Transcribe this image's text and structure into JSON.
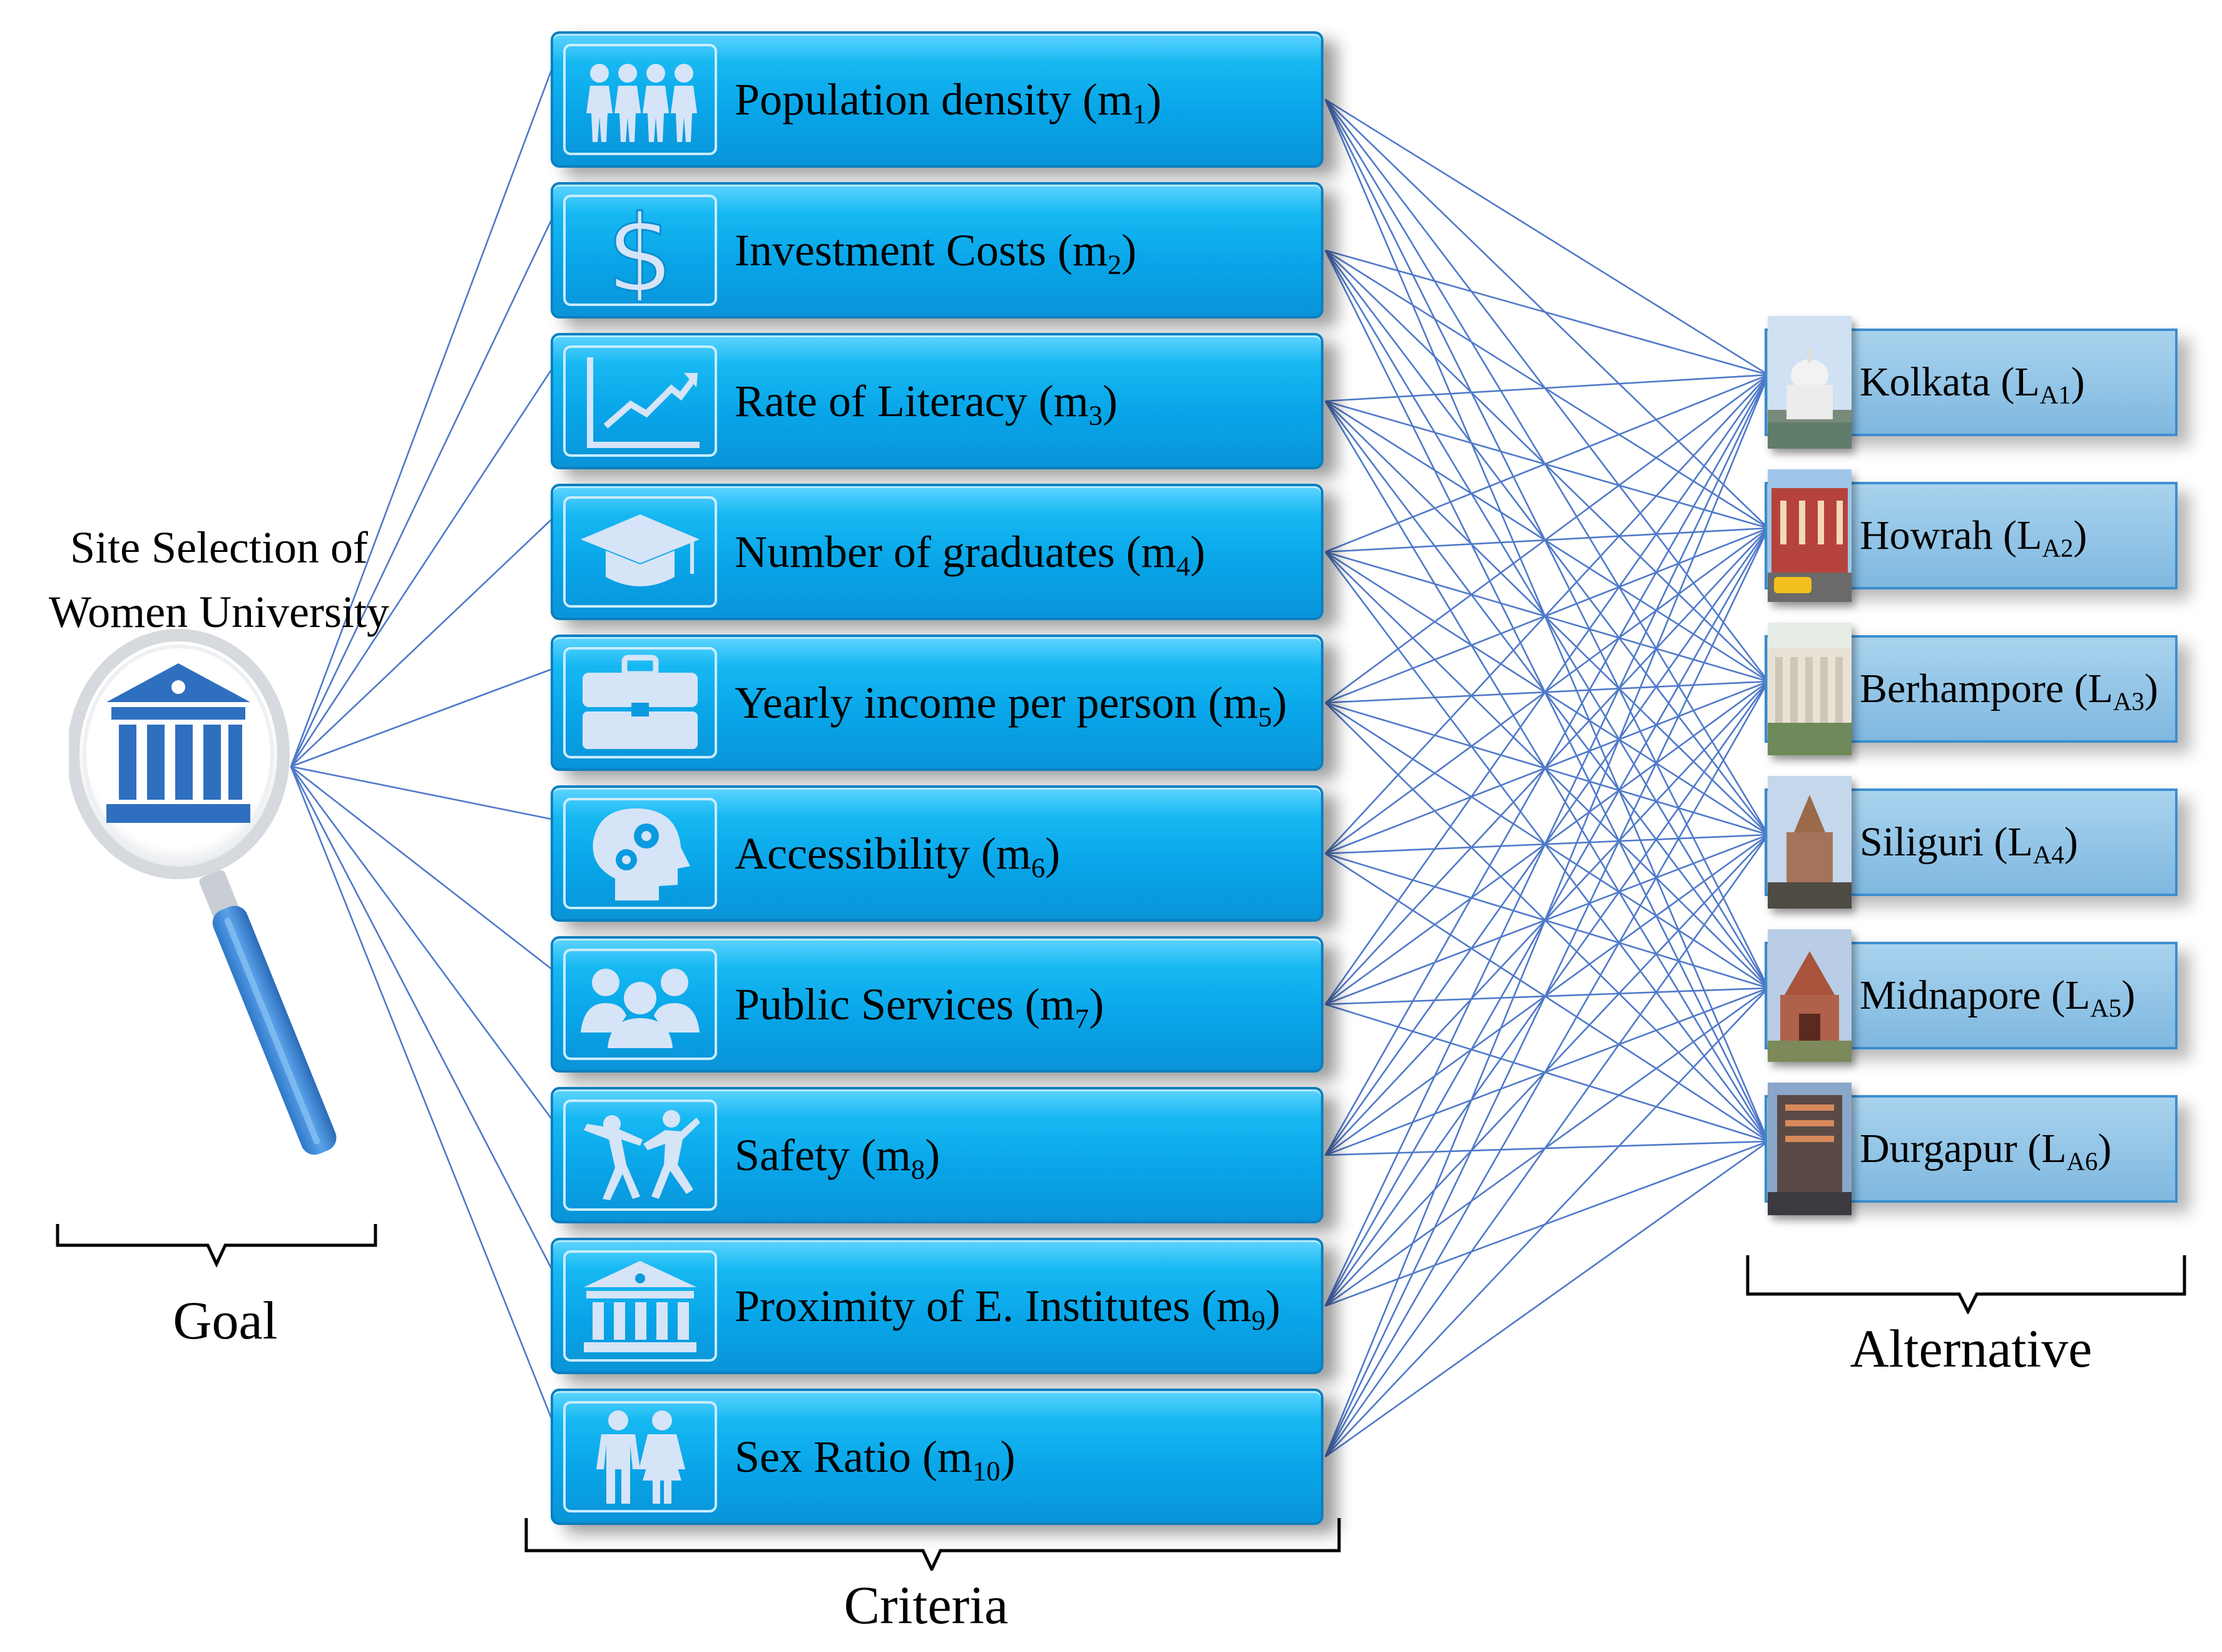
{
  "goal": {
    "title_line1": "Site Selection of",
    "title_line2": "Women University",
    "icon": "university-magnifier-icon",
    "label": "Goal"
  },
  "criteria_section_label": "Criteria",
  "alternatives_section_label": "Alternative",
  "criteria": [
    {
      "name": "Population density (m",
      "sub": "1",
      "close": ")",
      "icon": "people-icon"
    },
    {
      "name": "Investment Costs (m",
      "sub": "2",
      "close": ")",
      "icon": "dollar-icon"
    },
    {
      "name": "Rate of Literacy (m",
      "sub": "3",
      "close": ")",
      "icon": "trend-chart-icon"
    },
    {
      "name": "Number of graduates (m",
      "sub": "4",
      "close": ")",
      "icon": "graduation-cap-icon"
    },
    {
      "name": "Yearly income per person (m",
      "sub": "5",
      "close": ")",
      "icon": "briefcase-icon"
    },
    {
      "name": "Accessibility (m",
      "sub": "6",
      "close": ")",
      "icon": "head-gears-icon"
    },
    {
      "name": "Public Services (m",
      "sub": "7",
      "close": ")",
      "icon": "group-icon"
    },
    {
      "name": "Safety (m",
      "sub": "8",
      "close": ")",
      "icon": "dancing-people-icon"
    },
    {
      "name": "Proximity of E. Institutes (m",
      "sub": "9",
      "close": ")",
      "icon": "institute-icon"
    },
    {
      "name": "Sex Ratio (m",
      "sub": "10",
      "close": ")",
      "icon": "couple-icon"
    }
  ],
  "alternatives": [
    {
      "name": "Kolkata (L",
      "sub": "A1",
      "close": ")",
      "icon": "kolkata-photo"
    },
    {
      "name": "Howrah (L",
      "sub": "A2",
      "close": ")",
      "icon": "howrah-photo"
    },
    {
      "name": "Berhampore (L",
      "sub": "A3",
      "close": ")",
      "icon": "berhampore-photo"
    },
    {
      "name": "Siliguri (L",
      "sub": "A4",
      "close": ")",
      "icon": "siliguri-photo"
    },
    {
      "name": "Midnapore (L",
      "sub": "A5",
      "close": ")",
      "icon": "midnapore-photo"
    },
    {
      "name": "Durgapur (L",
      "sub": "A6",
      "close": ")",
      "icon": "durgapur-photo"
    }
  ],
  "colors": {
    "line": "#4f79c9",
    "criterion_fill": "#08a5e8",
    "alternative_fill": "#8ec2e6",
    "icon_color": "#3b7bc8"
  }
}
